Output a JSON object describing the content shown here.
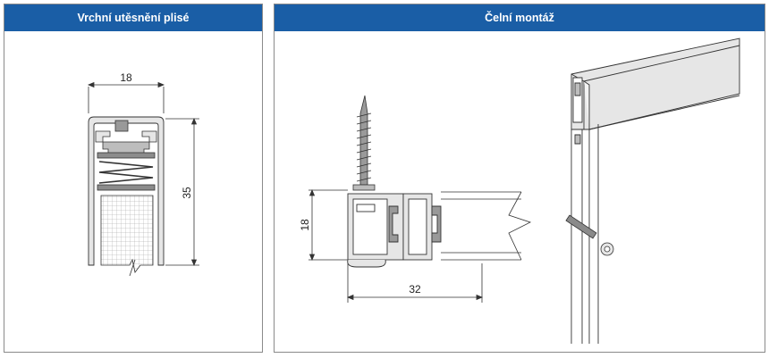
{
  "left_panel": {
    "title": "Vrchní utěsnění plisé",
    "dim_width": "18",
    "dim_height": "35"
  },
  "right_panel": {
    "title": "Čelní montáž",
    "dim_height": "18",
    "dim_width": "32"
  },
  "colors": {
    "header_bg": "#1a5ea6",
    "header_text": "#ffffff",
    "profile_fill": "#e6e6e6",
    "seal_fill": "#999999"
  }
}
